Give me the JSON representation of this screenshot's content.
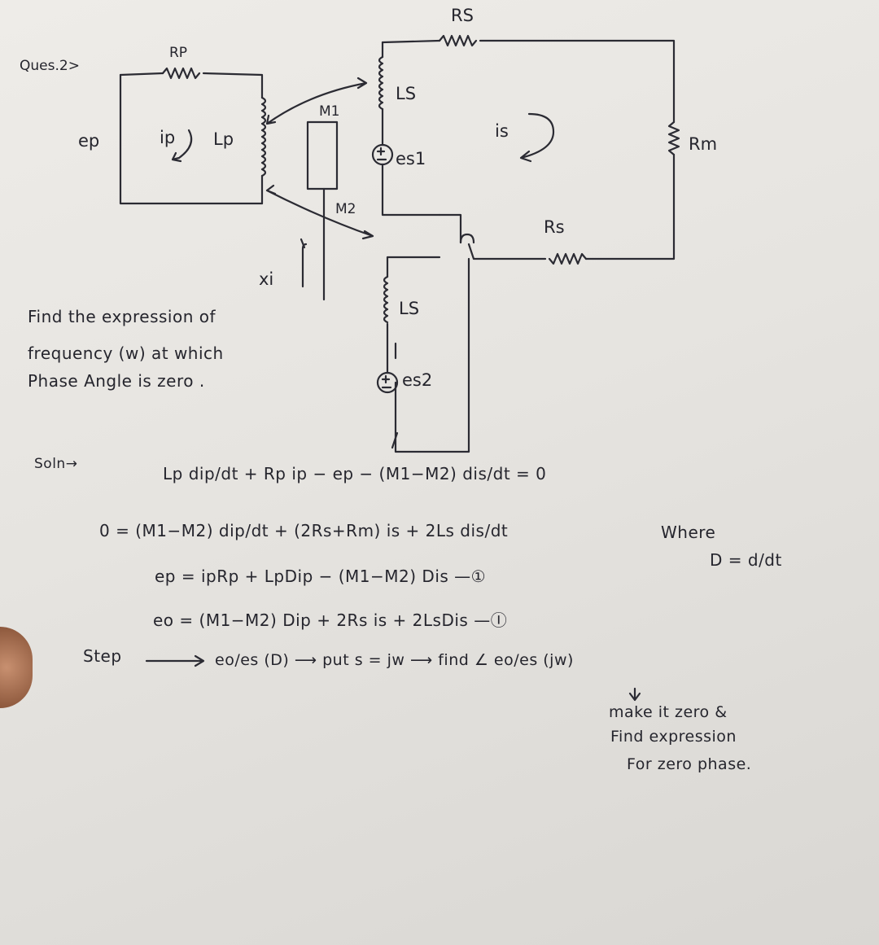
{
  "question_label": "Ques.2>",
  "circuit": {
    "labels": {
      "rp": "RP",
      "ep": "ep",
      "ip": "ip",
      "lp": "Lp",
      "m1": "M1",
      "m2": "M2",
      "rs_top": "RS",
      "ls_top": "LS",
      "es1": "es1",
      "is": "is",
      "rm": "Rm",
      "rs_mid": "Rs",
      "ls_bottom": "LS",
      "es2": "es2",
      "xi": "xi"
    }
  },
  "problem_text": [
    "Find the expression of",
    "frequency (w) at which",
    "Phase Angle is zero ."
  ],
  "solution": {
    "prefix": "Soln→",
    "eq1": "Lp dip/dt + Rp ip − ep − (M1−M2) dis/dt = 0",
    "eq2": "0 = (M1−M2) dip/dt + (2Rs+Rm) is + 2Ls dis/dt",
    "where_label": "Where",
    "where_def": "D = d/dt",
    "eq3": "ep = ipRp + LpDip − (M1−M2) Dis  —①",
    "eq4": "eo = (M1−M2) Dip + 2Rs is + 2LsDis  —Ⓘ",
    "step_label": "Step",
    "step_text": "eo/es (D)  ⟶  put s = jw  ⟶  find ∠ eo/es (jw)",
    "final_note": [
      "make it zero &",
      "Find expression",
      "For zero phase."
    ]
  }
}
